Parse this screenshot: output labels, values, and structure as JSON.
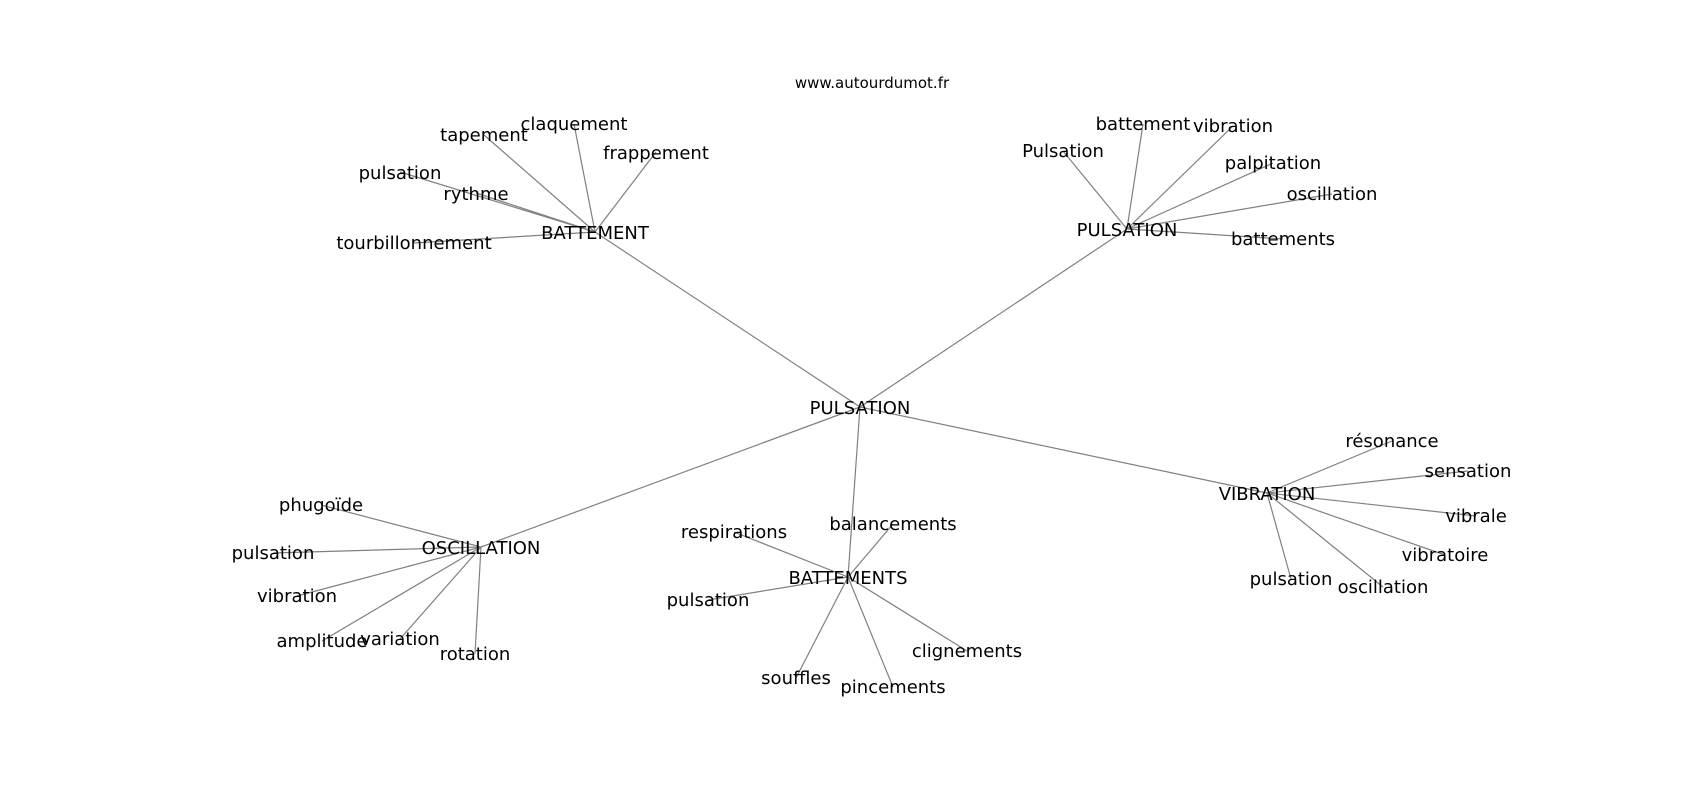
{
  "site": "www.autourdumot.fr",
  "center": "PULSATION",
  "clusters": [
    {
      "label": "BATTEMENT",
      "leaves": [
        "tapement",
        "claquement",
        "frappement",
        "pulsation",
        "rythme",
        "tourbillonnement"
      ]
    },
    {
      "label": "PULSATION",
      "leaves": [
        "battement",
        "vibration",
        "Pulsation",
        "palpitation",
        "oscillation",
        "battements"
      ]
    },
    {
      "label": "VIBRATION",
      "leaves": [
        "résonance",
        "sensation",
        "vibrale",
        "vibratoire",
        "pulsation",
        "oscillation"
      ]
    },
    {
      "label": "BATTEMENTS",
      "leaves": [
        "respirations",
        "balancements",
        "pulsation",
        "clignements",
        "souffles",
        "pincements"
      ]
    },
    {
      "label": "OSCILLATION",
      "leaves": [
        "phugoïde",
        "pulsation",
        "vibration",
        "amplitude",
        "variation",
        "rotation"
      ]
    }
  ]
}
